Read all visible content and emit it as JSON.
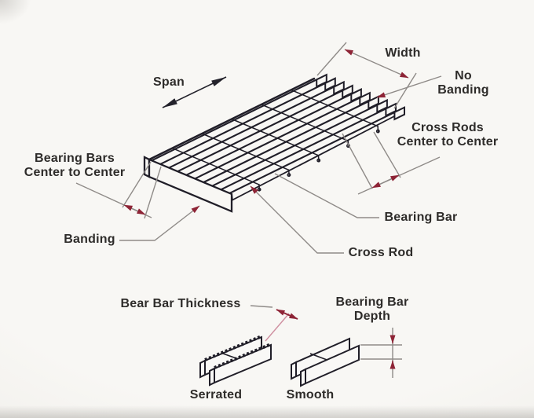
{
  "diagram": {
    "subject": "steel-grating-terminology",
    "labels": {
      "span": "Span",
      "width": "Width",
      "no_banding": "No\nBanding",
      "cross_rods_c2c": "Cross Rods\nCenter to Center",
      "bearing_bars_c2c": "Bearing Bars\nCenter to Center",
      "banding": "Banding",
      "bearing_bar": "Bearing Bar",
      "cross_rod": "Cross Rod",
      "bear_bar_thickness": "Bear Bar Thickness",
      "bearing_bar_depth": "Bearing Bar\nDepth",
      "serrated": "Serrated",
      "smooth": "Smooth"
    },
    "colors": {
      "line_art": "#201e28",
      "dimension_line": "#8f8b88",
      "arrowhead": "#8e2436",
      "thickness_extension": "#cf8fa0",
      "text": "#2e2c2a",
      "background": "#f6f5f2"
    }
  }
}
